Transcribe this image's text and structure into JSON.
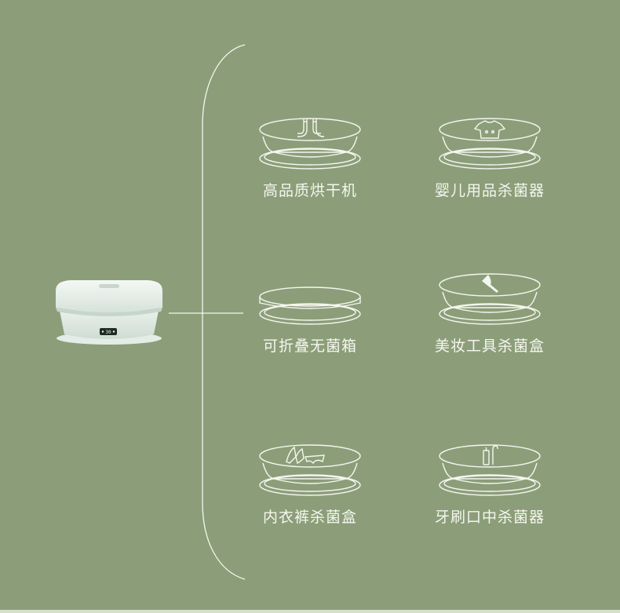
{
  "colors": {
    "background": "#8c9e79",
    "line": "#f4f6ef",
    "device_body": "#e6efe8",
    "device_panel": "#1e2a24"
  },
  "device": {
    "display_text": "30"
  },
  "features": [
    {
      "label": "高品质烘干机",
      "icon": "socks-icon"
    },
    {
      "label": "婴儿用品杀菌器",
      "icon": "baby-clothes-icon"
    },
    {
      "label": "可折叠无菌箱",
      "icon": "folded-box-icon"
    },
    {
      "label": "美妆工具杀菌盒",
      "icon": "makeup-brush-icon"
    },
    {
      "label": "内衣裤杀菌盒",
      "icon": "underwear-icon"
    },
    {
      "label": "牙刷口中杀菌器",
      "icon": "toothbrush-icon"
    }
  ]
}
